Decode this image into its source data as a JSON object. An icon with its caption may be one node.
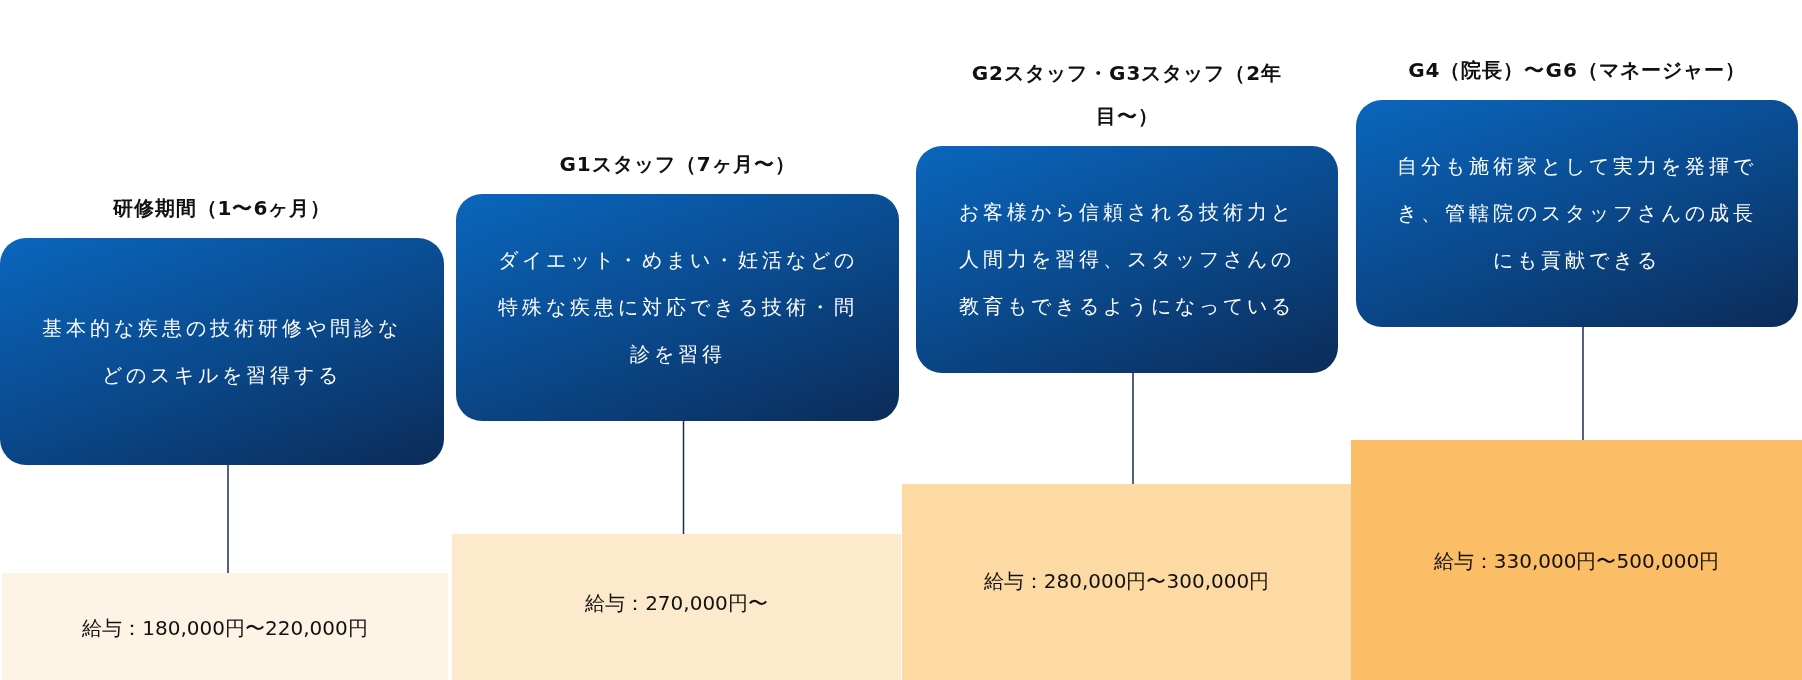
{
  "diagram": {
    "nodes": [
      {
        "text": [
          "研修期間（1〜6ヶ月）",
          "基本的な疾患の技術研修や問診などのスキルを習得する"
        ]
      },
      {
        "text": [
          "給与：180,000円〜220,000円"
        ]
      },
      {
        "text": [
          "G1スタッフ（7ヶ月〜）",
          "ダイエット・めまい・妊活などの特殊な疾患に対応できる技術・問診を習得"
        ]
      },
      {
        "text": [
          "給与：270,000円〜"
        ]
      },
      {
        "text": [
          "G2スタッフ・G3スタッフ（2年目〜）",
          "お客様から信頼される技術力と人間力を習得、スタッフさんの教育もできるようになっている"
        ]
      },
      {
        "text": [
          "給与：280,000円〜300,000円"
        ]
      },
      {
        "text": [
          "G4（院長）〜G6（マネージャー）",
          "自分も施術家として実力を発揮でき、管轄院のスタッフさんの成長にも貢献できる"
        ]
      },
      {
        "text": [
          "給与：330,000円〜500,000円"
        ]
      }
    ],
    "edges": [
      {
        "from": 0,
        "to": 1,
        "arrow": "none"
      },
      {
        "from": 2,
        "to": 3,
        "arrow": "none"
      },
      {
        "from": 4,
        "to": 5,
        "arrow": "none"
      },
      {
        "from": 6,
        "to": 7,
        "arrow": "none"
      }
    ]
  }
}
